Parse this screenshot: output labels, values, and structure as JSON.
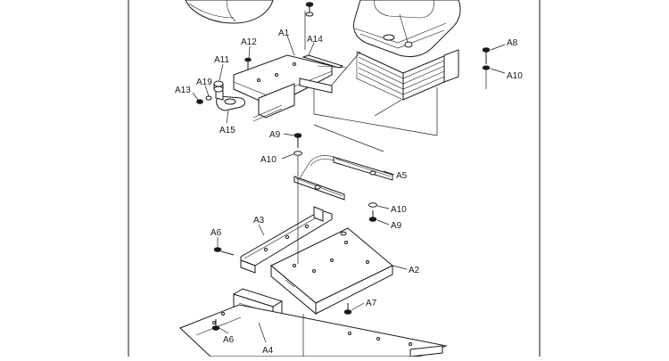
{
  "diagram": {
    "callouts": {
      "a1": "A1",
      "a2": "A2",
      "a3": "A3",
      "a4": "A4",
      "a5": "A5",
      "a6_left": "A6",
      "a6_bottom": "A6",
      "a7": "A7",
      "a8": "A8",
      "a9_top": "A9",
      "a9_right": "A9",
      "a10_right_top": "A10",
      "a10_mid": "A10",
      "a10_right": "A10",
      "a11": "A11",
      "a12": "A12",
      "a13": "A13",
      "a14": "A14",
      "a15": "A15",
      "a19": "A19"
    }
  }
}
